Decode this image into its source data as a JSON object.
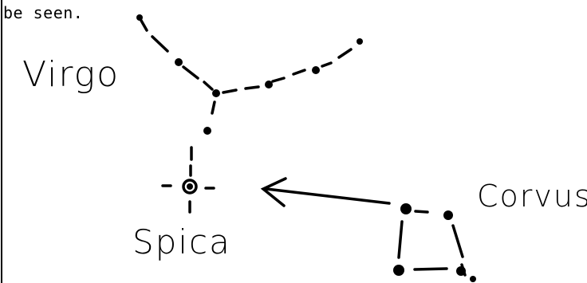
{
  "caption": "be seen.",
  "labels": {
    "virgo": "Virgo",
    "spica": "Spica",
    "corvus": "Corvus"
  },
  "colors": {
    "ink": "#000000",
    "paper": "#ffffff"
  }
}
